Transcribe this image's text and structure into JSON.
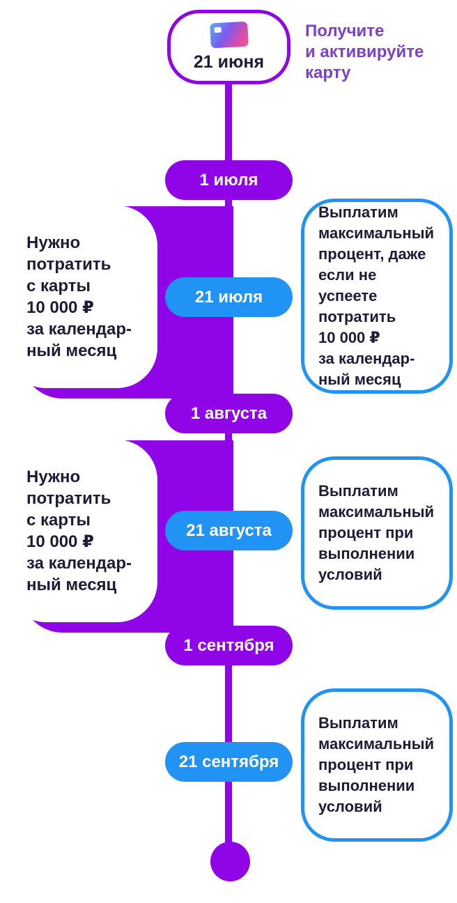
{
  "start": {
    "date": "21 июня",
    "caption": "Получите\nи активируйте\nкарту"
  },
  "pills": [
    {
      "label": "1 июля"
    },
    {
      "label": "21 июля"
    },
    {
      "label": "1 августа"
    },
    {
      "label": "21 августа"
    },
    {
      "label": "1 сентября"
    },
    {
      "label": "21 сентября"
    }
  ],
  "left_bubbles": [
    {
      "text": "Нужно\nпотратить\nс карты\n10 000 ₽\nза календар-\nный месяц"
    },
    {
      "text": "Нужно\nпотратить\nс карты\n10 000 ₽\nза календар-\nный месяц"
    }
  ],
  "right_bubbles": [
    {
      "text": "Выплатим\nмаксимальный\nпроцент, даже\nесли не успеете\nпотратить\n10 000 ₽\nза календар-\nный месяц"
    },
    {
      "text": "Выплатим\nмаксимальный\nпроцент при\nвыполнении\nусловий"
    },
    {
      "text": "Выплатим\nмаксимальный\nпроцент при\nвыполнении\nусловий"
    }
  ],
  "colors": {
    "purple": "#9005E8",
    "blue": "#2193F5",
    "dark_text": "#201A36",
    "caption_purple": "#7C40C8"
  }
}
